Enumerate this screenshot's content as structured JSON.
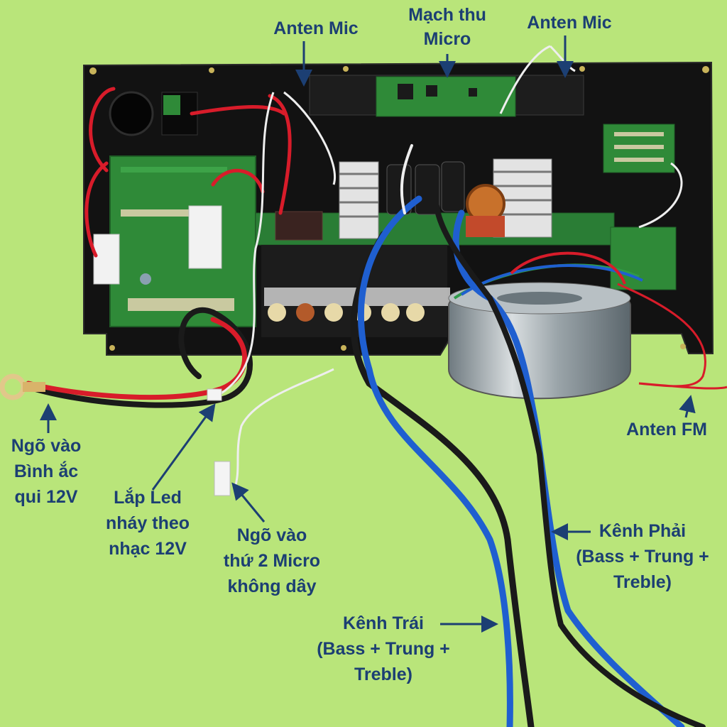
{
  "colors": {
    "background": "#b9e57a",
    "label_text": "#1c3f73",
    "board": "#121212",
    "pcb": "#2f8a38",
    "wire_blue": "#1f5fd0",
    "wire_black": "#1a1a1a",
    "wire_red": "#d81c2a"
  },
  "labels": {
    "anten_mic_left": [
      "Anten Mic"
    ],
    "mach_thu_micro": [
      "Mạch thu",
      "Micro"
    ],
    "anten_mic_right": [
      "Anten Mic"
    ],
    "anten_fm": [
      "Anten FM"
    ],
    "ngo_vao_binh": [
      "Ngõ vào",
      "Bình ắc",
      "qui 12V"
    ],
    "lap_led": [
      "Lắp Led",
      "nháy theo",
      "nhạc 12V"
    ],
    "ngo_vao_micro2": [
      "Ngõ vào",
      "thứ 2 Micro",
      "không dây"
    ],
    "kenh_phai": [
      "Kênh Phải",
      "(Bass + Trung +",
      "Treble)"
    ],
    "kenh_trai": [
      "Kênh Trái",
      "(Bass + Trung +",
      "Treble)"
    ]
  }
}
